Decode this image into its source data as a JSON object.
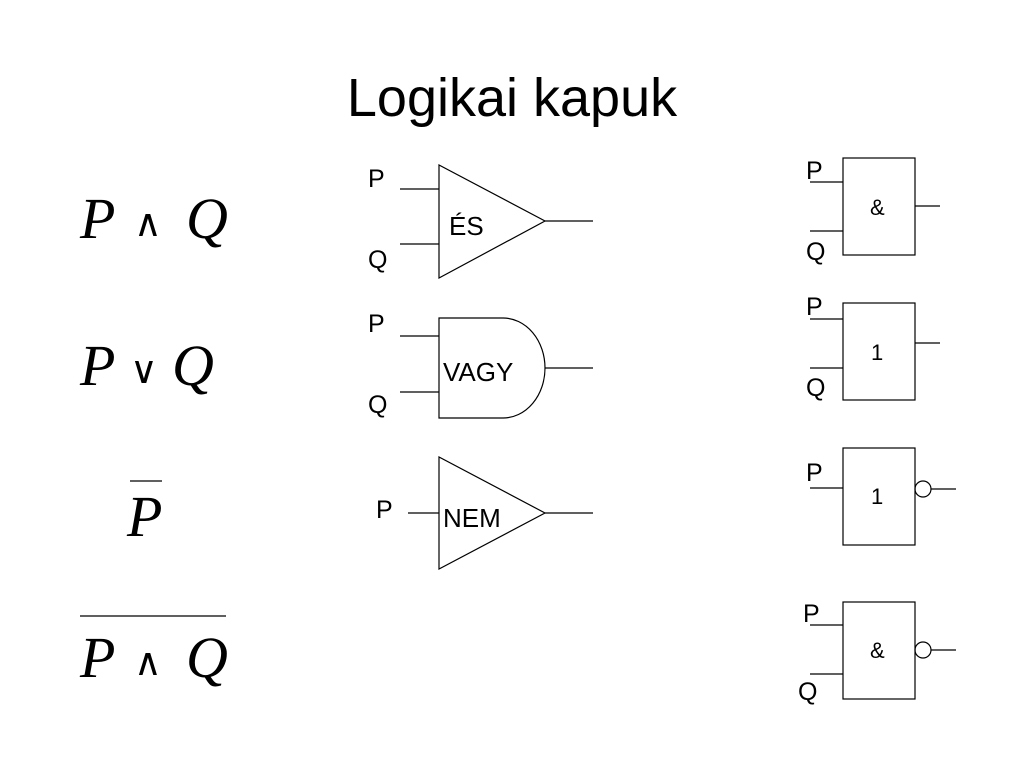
{
  "title": "Logikai kapuk",
  "expressions": {
    "and": {
      "left": "P",
      "op": "∧",
      "right": "Q"
    },
    "or": {
      "left": "P",
      "op": "∨",
      "right": "Q"
    },
    "not": {
      "var": "P"
    },
    "nand": {
      "left": "P",
      "op": "∧",
      "right": "Q"
    }
  },
  "traditional_gates": {
    "and": {
      "label": "ÉS",
      "input_p": "P",
      "input_q": "Q"
    },
    "or": {
      "label": "VAGY",
      "input_p": "P",
      "input_q": "Q"
    },
    "not": {
      "label": "NEM",
      "input_p": "P"
    }
  },
  "iec_gates": {
    "and": {
      "symbol": "&",
      "input_p": "P",
      "input_q": "Q"
    },
    "or": {
      "symbol": "1",
      "input_p": "P",
      "input_q": "Q"
    },
    "not": {
      "symbol": "1",
      "input_p": "P"
    },
    "nand": {
      "symbol": "&",
      "input_p": "P",
      "input_q": "Q"
    }
  }
}
